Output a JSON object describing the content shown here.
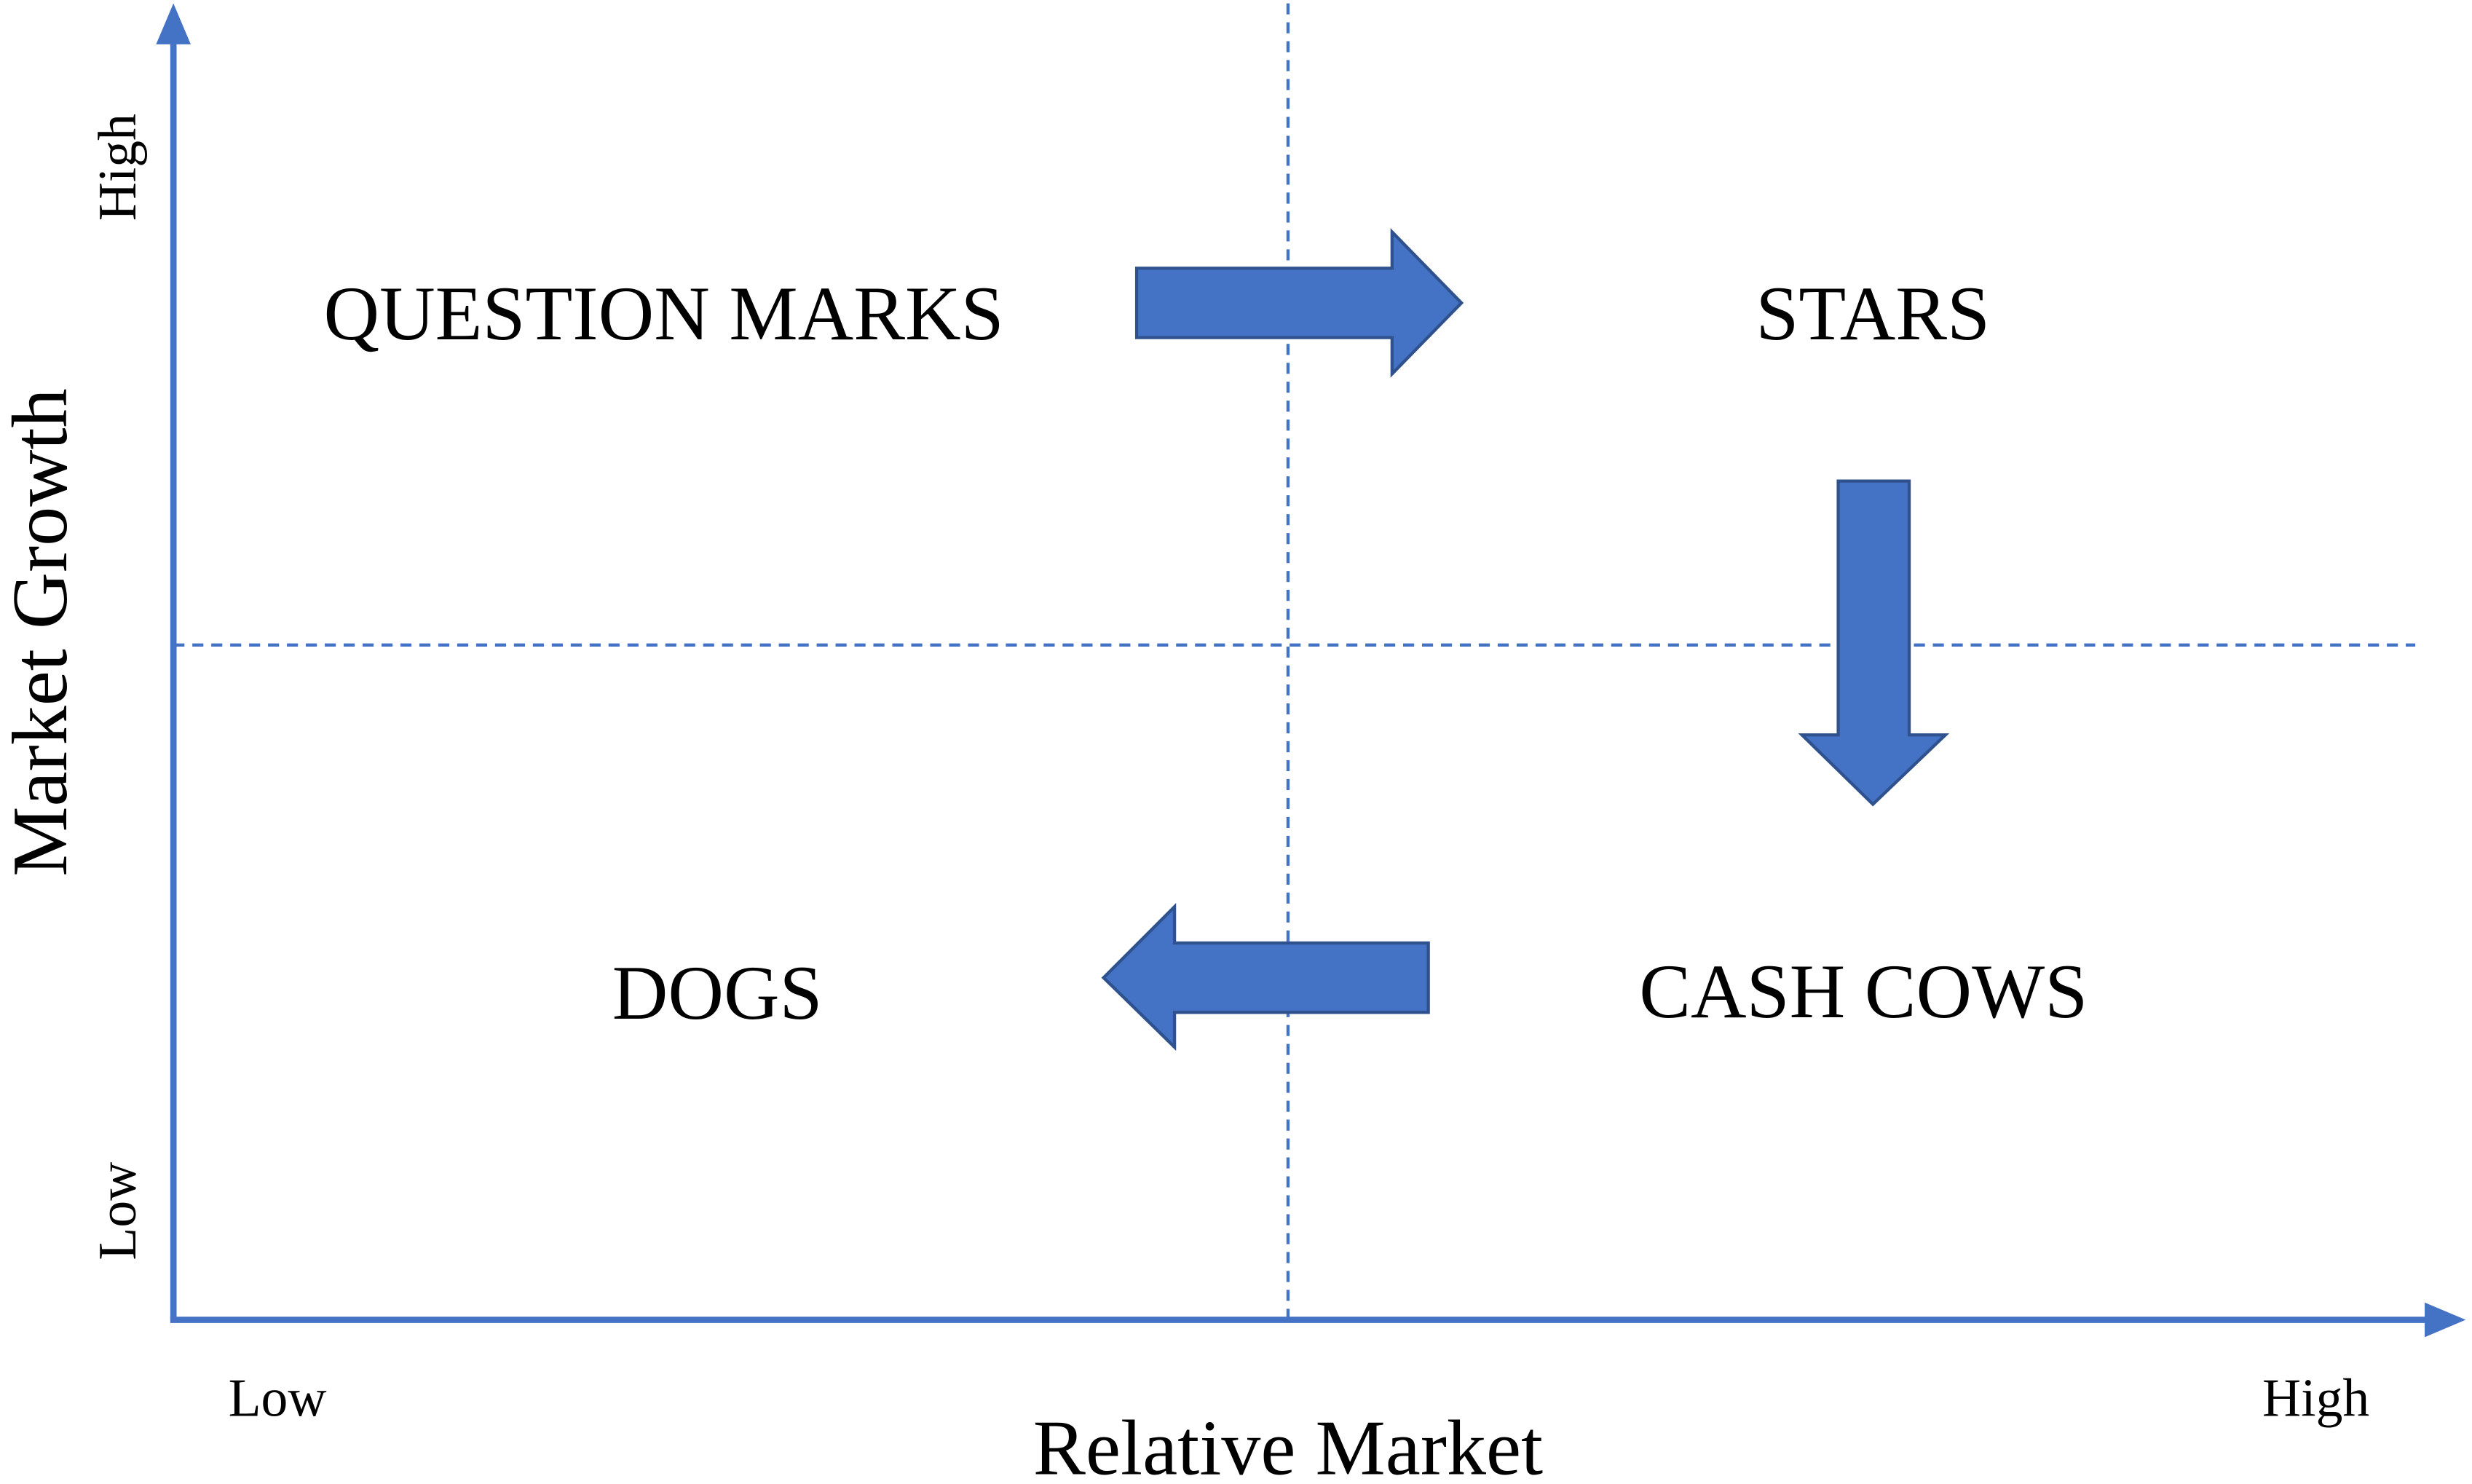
{
  "colors": {
    "axis": "#4472C4",
    "divider": "#4472C4",
    "arrow_fill": "#4472C4",
    "arrow_stroke": "#2F528F",
    "text": "#000000",
    "background": "#FFFFFF"
  },
  "axes": {
    "y_title": "Market Growth",
    "y_high": "High",
    "y_low": "Low",
    "x_title": "Relative Market",
    "x_low": "Low",
    "x_high": "High"
  },
  "quadrants": {
    "top_left": "QUESTION MARKS",
    "top_right": "STARS",
    "bottom_right": "CASH COWS",
    "bottom_left": "DOGS"
  },
  "arrows": [
    {
      "direction": "right",
      "from": "QUESTION MARKS",
      "to": "STARS"
    },
    {
      "direction": "down",
      "from": "STARS",
      "to": "CASH COWS"
    },
    {
      "direction": "left",
      "from": "CASH COWS",
      "to": "DOGS"
    }
  ]
}
